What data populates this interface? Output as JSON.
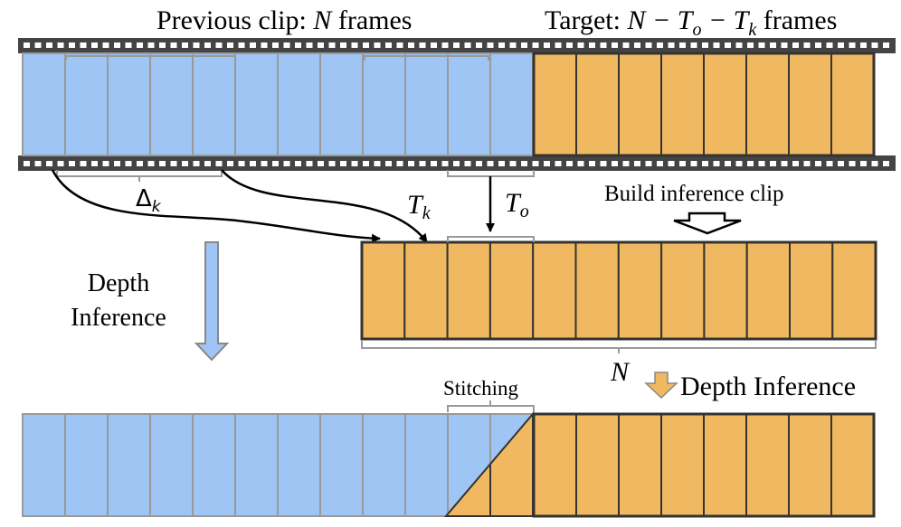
{
  "colors": {
    "previous": "#9ec5f3",
    "target": "#f0b860",
    "frame_border_previous": "#999999",
    "frame_border_target": "#333333",
    "film": "#444444"
  },
  "frame_counts": {
    "film_previous": 12,
    "film_target": 8,
    "inference_clip": 12,
    "stitched_previous": 10,
    "stitched_overlap": 2,
    "stitched_target": 8
  },
  "labels": {
    "previous_clip_prefix": "Previous clip: ",
    "previous_clip_var": "N",
    "previous_clip_suffix": " frames",
    "target_prefix": "Target: ",
    "target_formula": "N − T",
    "target_sub_o": "o",
    "target_minus": " − T",
    "target_sub_k": "k",
    "target_suffix": " frames",
    "delta_symbol": "Δ",
    "delta_sub": "k",
    "tk_symbol": "T",
    "tk_sub": "k",
    "to_symbol": "T",
    "to_sub": "o",
    "build_inference_clip": "Build inference clip",
    "depth_inference_left_line1": "Depth",
    "depth_inference_left_line2": "Inference",
    "clip_length": "N",
    "depth_inference_right": "Depth Inference",
    "stitching": "Stitching"
  }
}
